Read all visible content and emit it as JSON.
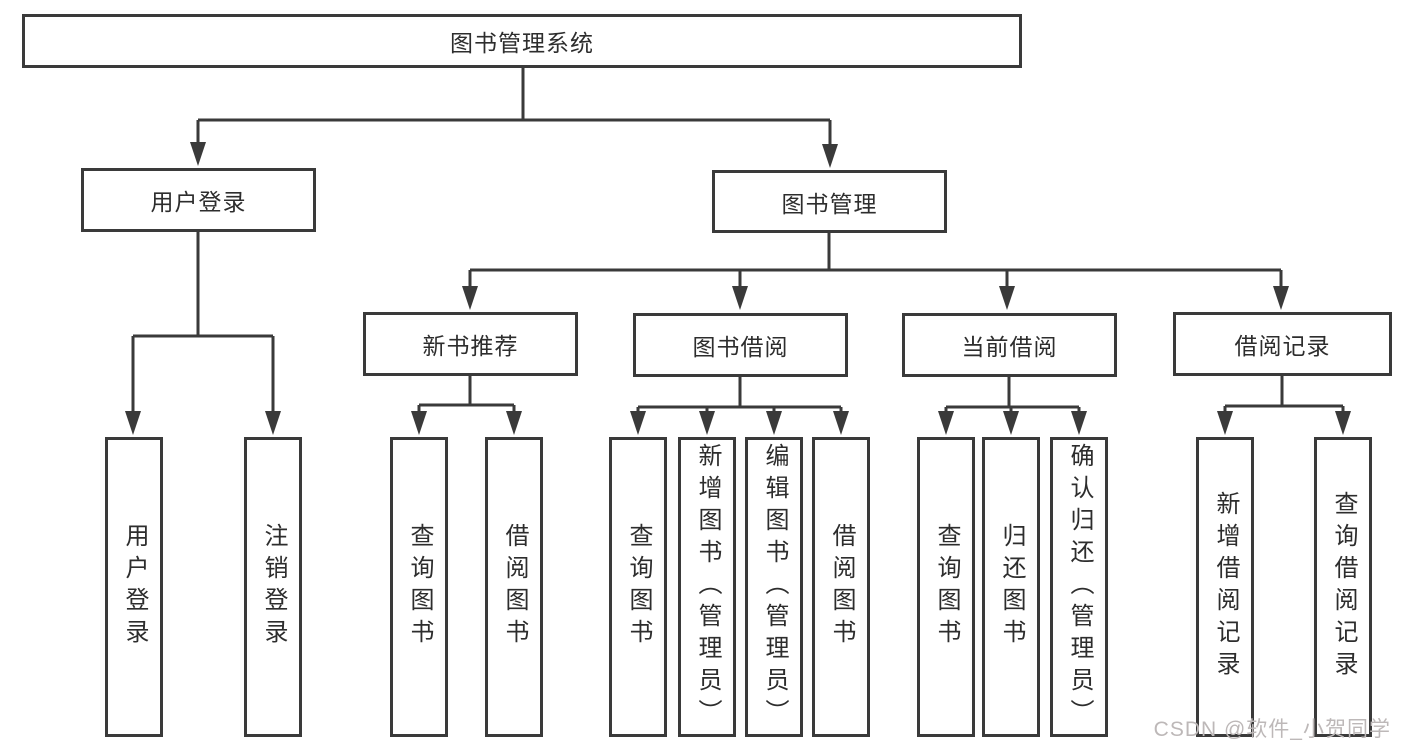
{
  "diagram": {
    "title": "图书管理系统",
    "root": {
      "label": "图书管理系统"
    },
    "level2": {
      "user_login": {
        "label": "用户登录"
      },
      "book_management": {
        "label": "图书管理"
      }
    },
    "level3": {
      "new_book_recommend": {
        "label": "新书推荐"
      },
      "book_borrow": {
        "label": "图书借阅"
      },
      "current_borrow": {
        "label": "当前借阅"
      },
      "borrow_records": {
        "label": "借阅记录"
      }
    },
    "leaves": {
      "login": [
        "用户登录",
        "注销登录"
      ],
      "newbook": [
        "查询图书",
        "借阅图书"
      ],
      "borrow": [
        "查询图书",
        "新增图书（管理员）",
        "编辑图书（管理员）",
        "借阅图书"
      ],
      "current": [
        "查询图书",
        "归还图书",
        "确认归还（管理员）"
      ],
      "records": [
        "新增借阅记录",
        "查询借阅记录"
      ]
    }
  },
  "watermark": "CSDN @软件_小贺同学",
  "colors": {
    "line": "#3a3a3a",
    "box_border": "#3a3a3a",
    "text": "#2d2d2d",
    "watermark": "#bdb8b8",
    "background": "#ffffff"
  }
}
